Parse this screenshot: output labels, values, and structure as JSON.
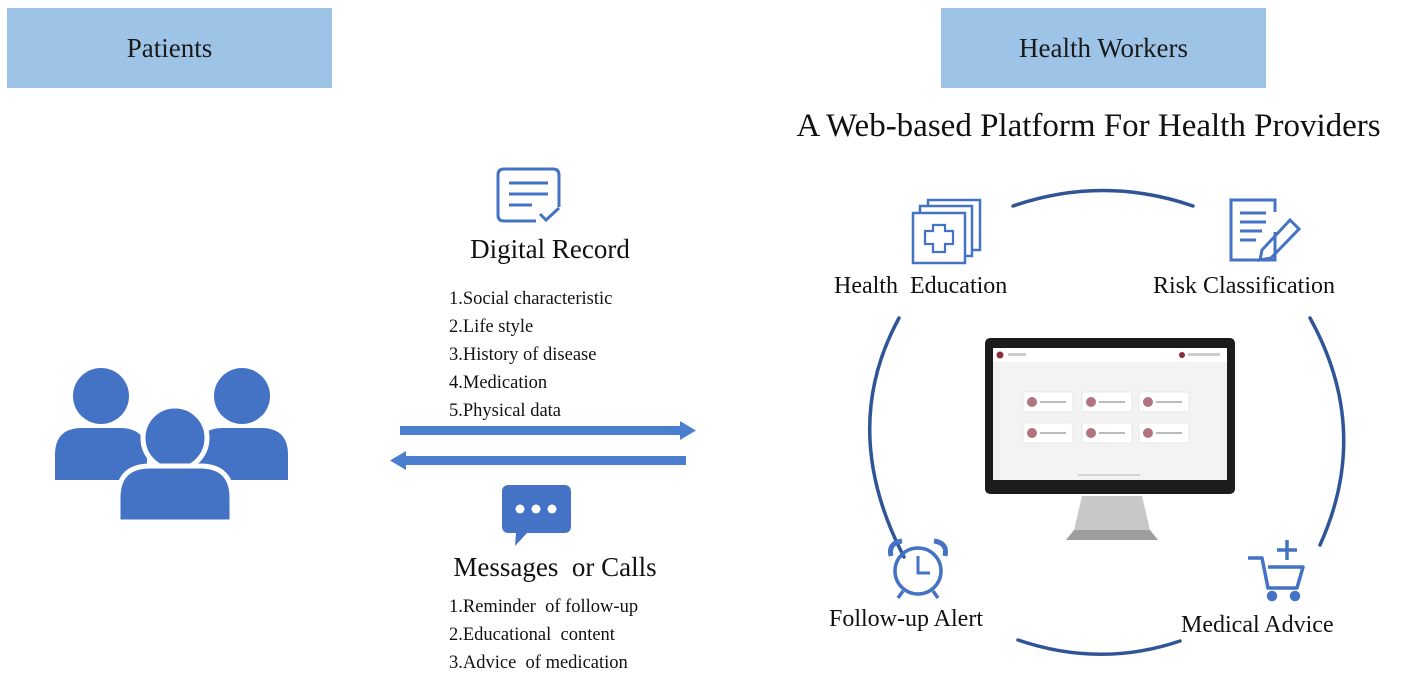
{
  "headers": {
    "patients": "Patients",
    "health_workers": "Health Workers"
  },
  "platform_title": "A Web-based Platform For Health Providers",
  "digital_record": {
    "title": "Digital Record",
    "items": [
      "1.Social characteristic",
      "2.Life  style",
      "3.History  of disease",
      "4.Medication",
      "5.Physical  data"
    ]
  },
  "messages": {
    "title": "Messages  or Calls",
    "items": [
      "1.Reminder  of follow-up",
      "2.Educational  content",
      "3.Advice  of medication"
    ]
  },
  "features": {
    "health_education": "Health  Education",
    "risk_classification": "Risk Classification",
    "follow_up_alert": "Follow-up Alert",
    "medical_advice": "Medical Advice"
  },
  "icons": {
    "patients": "people-group-icon",
    "digital_record": "document-check-icon",
    "messages": "chat-bubble-icon",
    "health_education": "medical-cross-book-icon",
    "risk_classification": "form-pencil-icon",
    "follow_up_alert": "alarm-clock-icon",
    "medical_advice": "cart-plus-icon",
    "monitor": "desktop-monitor-icon"
  },
  "colors": {
    "header_fill": "#9dc3e6",
    "icon_blue": "#4472c4",
    "circle_navy": "#2f5597",
    "arrow_blue": "#4a7fd0"
  }
}
